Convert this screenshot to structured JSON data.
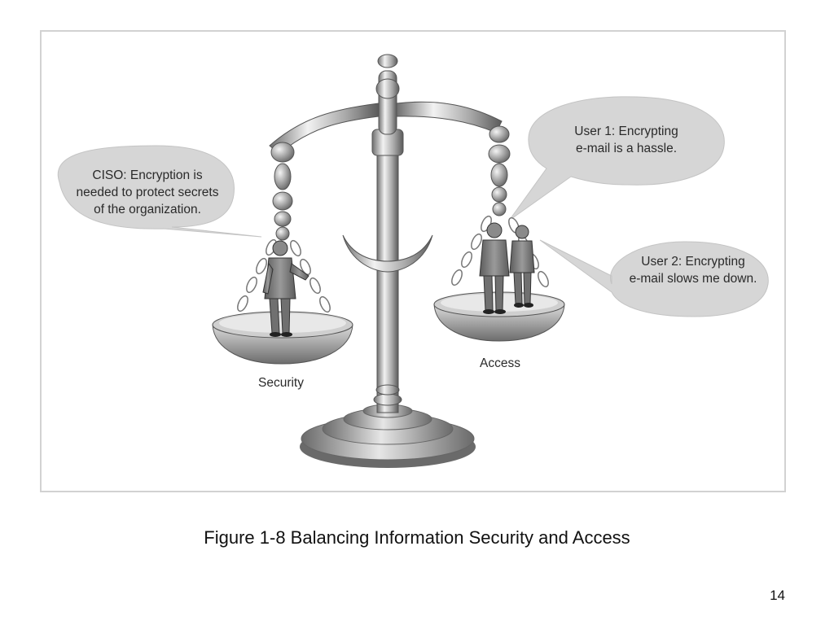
{
  "figure": {
    "bubbles": {
      "ciso": [
        "CISO: Encryption is",
        "needed to protect secrets",
        "of the organization."
      ],
      "user1": [
        "User 1: Encrypting",
        "e-mail is a hassle."
      ],
      "user2": [
        "User 2: Encrypting",
        "e-mail slows me down."
      ]
    },
    "labels": {
      "security": "Security",
      "access": "Access"
    }
  },
  "caption": "Figure 1-8 Balancing Information Security and Access",
  "page_number": "14",
  "colors": {
    "bubble_fill": "#d6d6d6",
    "metal_dark": "#6e6e6e",
    "metal_mid": "#a8a8a8",
    "metal_light": "#e8e8e8"
  }
}
